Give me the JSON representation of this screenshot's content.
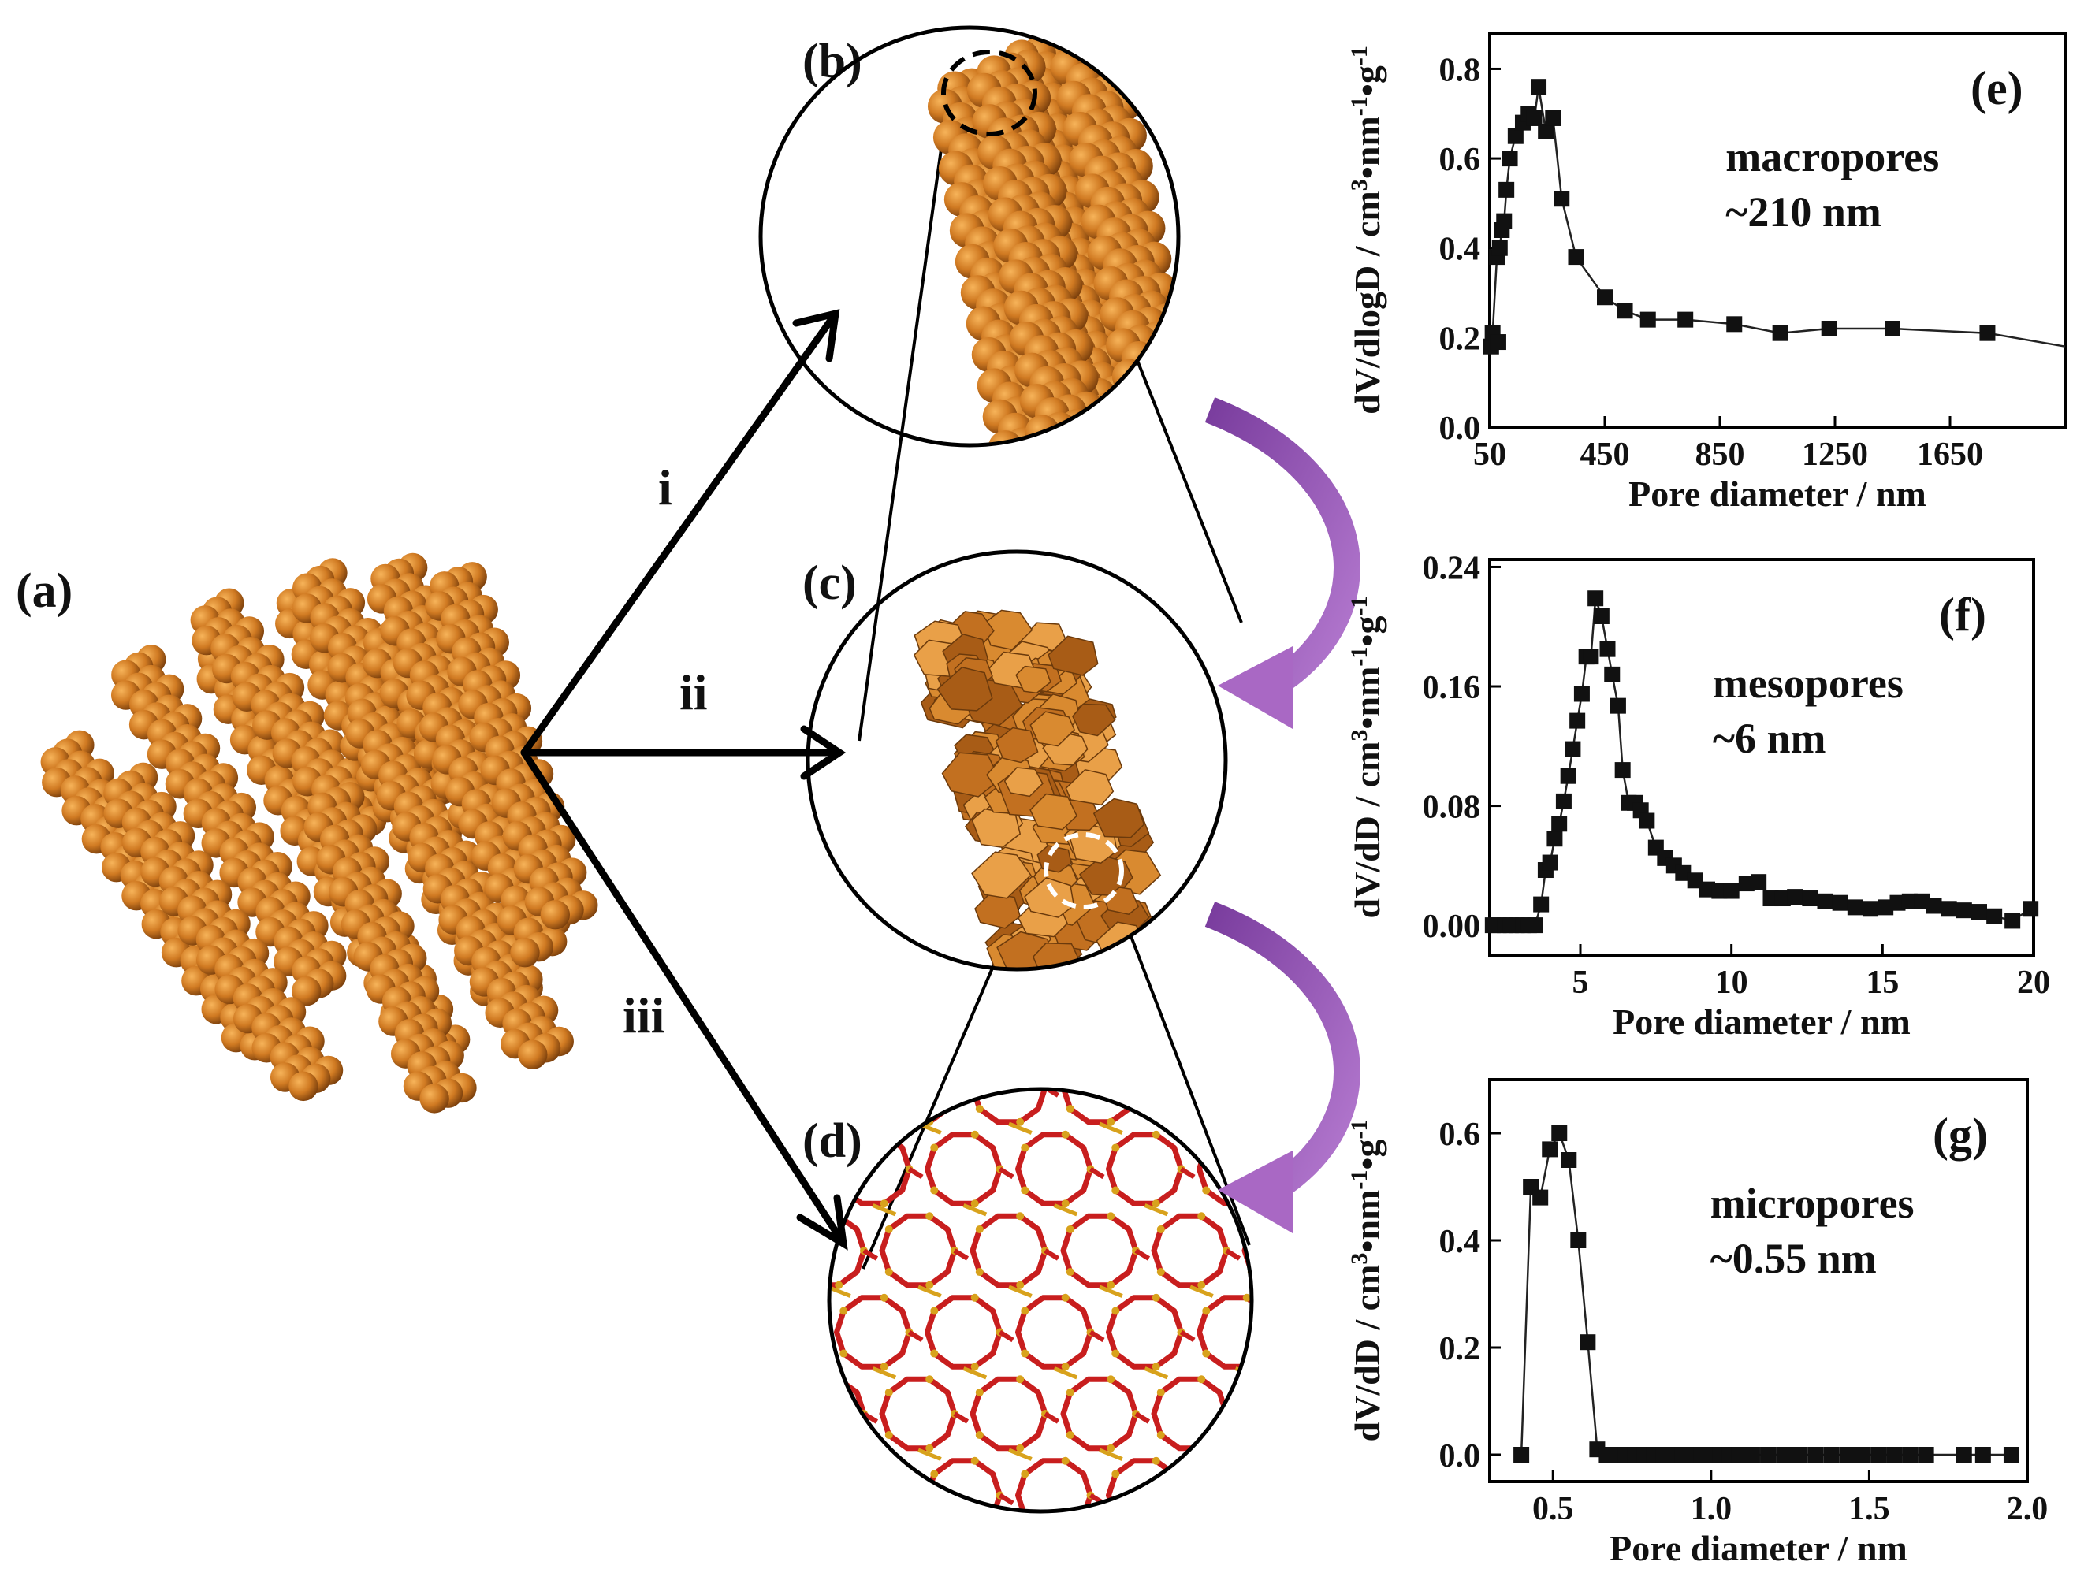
{
  "panels": {
    "a": "(a)",
    "b": "(b)",
    "c": "(c)",
    "d": "(d)"
  },
  "routes": {
    "i": "i",
    "ii": "ii",
    "iii": "iii"
  },
  "colors": {
    "rod": "#c9741f",
    "rod_dark": "#8a4a10",
    "rod_light": "#f0a547",
    "arrow_purple": "#9b4fb8",
    "framework_red": "#c81e1e",
    "framework_gold": "#d8a21c",
    "marker": "#111111"
  },
  "chart_data": [
    {
      "id": "e",
      "type": "scatter",
      "tag": "(e)",
      "annotation": [
        "macropores",
        "~210 nm"
      ],
      "xlabel": "Pore diameter / nm",
      "ylabel_main": "dV/dlogD / cm",
      "ylabel_sup1": "3",
      "ylabel_mid": "•nm",
      "ylabel_sup2": "-1",
      "ylabel_end": "•g",
      "ylabel_sup3": "-1",
      "xlim": [
        50,
        2050
      ],
      "ylim": [
        0.0,
        0.88
      ],
      "xticks": [
        50,
        450,
        850,
        1250,
        1650
      ],
      "xtick_labels": [
        "50",
        "450",
        "850",
        "1250",
        "1650"
      ],
      "yticks": [
        0.0,
        0.2,
        0.4,
        0.6,
        0.8
      ],
      "ytick_labels": [
        "0.0",
        "0.2",
        "0.4",
        "0.6",
        "0.8"
      ],
      "points": [
        [
          55,
          0.18
        ],
        [
          60,
          0.21
        ],
        [
          75,
          0.38
        ],
        [
          85,
          0.4
        ],
        [
          92,
          0.44
        ],
        [
          100,
          0.46
        ],
        [
          108,
          0.53
        ],
        [
          120,
          0.6
        ],
        [
          140,
          0.65
        ],
        [
          165,
          0.68
        ],
        [
          185,
          0.7
        ],
        [
          205,
          0.69
        ],
        [
          220,
          0.76
        ],
        [
          245,
          0.66
        ],
        [
          270,
          0.69
        ],
        [
          300,
          0.51
        ],
        [
          350,
          0.38
        ],
        [
          450,
          0.29
        ],
        [
          520,
          0.26
        ],
        [
          600,
          0.24
        ],
        [
          730,
          0.24
        ],
        [
          900,
          0.23
        ],
        [
          1060,
          0.21
        ],
        [
          1230,
          0.22
        ],
        [
          1450,
          0.22
        ],
        [
          1780,
          0.21
        ],
        [
          2050,
          0.18
        ]
      ],
      "line_tail": [
        [
          2050,
          0.18
        ]
      ],
      "extra_points": [
        [
          80,
          0.19
        ]
      ]
    },
    {
      "id": "f",
      "type": "scatter",
      "tag": "(f)",
      "annotation": [
        "mesopores",
        "~6 nm"
      ],
      "xlabel": "Pore diameter / nm",
      "ylabel_main": "dV/dD / cm",
      "ylabel_sup1": "3",
      "ylabel_mid": "•nm",
      "ylabel_sup2": "-1",
      "ylabel_end": "•g",
      "ylabel_sup3": "-1",
      "xlim": [
        2,
        20
      ],
      "ylim": [
        -0.02,
        0.245
      ],
      "xticks": [
        5,
        10,
        15,
        20
      ],
      "xtick_labels": [
        "5",
        "10",
        "15",
        "20"
      ],
      "yticks": [
        0.0,
        0.08,
        0.16,
        0.24
      ],
      "ytick_labels": [
        "0.00",
        "0.08",
        "0.16",
        "0.24"
      ],
      "points": [
        [
          2.1,
          0.0
        ],
        [
          2.3,
          0.0
        ],
        [
          2.5,
          0.0
        ],
        [
          2.7,
          0.0
        ],
        [
          2.9,
          0.0
        ],
        [
          3.1,
          0.0
        ],
        [
          3.3,
          0.0
        ],
        [
          3.5,
          0.0
        ],
        [
          3.7,
          0.014
        ],
        [
          3.85,
          0.037
        ],
        [
          4.0,
          0.042
        ],
        [
          4.15,
          0.058
        ],
        [
          4.3,
          0.068
        ],
        [
          4.45,
          0.083
        ],
        [
          4.6,
          0.1
        ],
        [
          4.75,
          0.118
        ],
        [
          4.9,
          0.137
        ],
        [
          5.05,
          0.155
        ],
        [
          5.2,
          0.18
        ],
        [
          5.35,
          0.18
        ],
        [
          5.5,
          0.219
        ],
        [
          5.7,
          0.207
        ],
        [
          5.9,
          0.185
        ],
        [
          6.05,
          0.168
        ],
        [
          6.25,
          0.147
        ],
        [
          6.4,
          0.104
        ],
        [
          6.6,
          0.082
        ],
        [
          6.8,
          0.082
        ],
        [
          7.0,
          0.077
        ],
        [
          7.2,
          0.07
        ],
        [
          7.5,
          0.052
        ],
        [
          7.8,
          0.045
        ],
        [
          8.1,
          0.04
        ],
        [
          8.4,
          0.035
        ],
        [
          8.8,
          0.03
        ],
        [
          9.2,
          0.024
        ],
        [
          9.6,
          0.023
        ],
        [
          10.0,
          0.023
        ],
        [
          10.5,
          0.028
        ],
        [
          10.9,
          0.029
        ],
        [
          11.3,
          0.018
        ],
        [
          11.7,
          0.018
        ],
        [
          12.1,
          0.019
        ],
        [
          12.6,
          0.018
        ],
        [
          13.1,
          0.016
        ],
        [
          13.6,
          0.015
        ],
        [
          14.1,
          0.012
        ],
        [
          14.6,
          0.011
        ],
        [
          15.1,
          0.012
        ],
        [
          15.5,
          0.015
        ],
        [
          15.9,
          0.016
        ],
        [
          16.3,
          0.016
        ],
        [
          16.7,
          0.013
        ],
        [
          17.2,
          0.011
        ],
        [
          17.7,
          0.01
        ],
        [
          18.2,
          0.009
        ],
        [
          18.7,
          0.006
        ],
        [
          19.3,
          0.003
        ],
        [
          19.9,
          0.011
        ]
      ]
    },
    {
      "id": "g",
      "type": "scatter",
      "tag": "(g)",
      "annotation": [
        "micropores",
        "~0.55 nm"
      ],
      "xlabel": "Pore diameter / nm",
      "ylabel_main": "dV/dD / cm",
      "ylabel_sup1": "3",
      "ylabel_mid": "•nm",
      "ylabel_sup2": "-1",
      "ylabel_end": "•g",
      "ylabel_sup3": "-1",
      "xlim": [
        0.3,
        2.0
      ],
      "ylim": [
        -0.05,
        0.7
      ],
      "xticks": [
        0.5,
        1.0,
        1.5,
        2.0
      ],
      "xtick_labels": [
        "0.5",
        "1.0",
        "1.5",
        "2.0"
      ],
      "yticks": [
        0.0,
        0.2,
        0.4,
        0.6
      ],
      "ytick_labels": [
        "0.0",
        "0.2",
        "0.4",
        "0.6"
      ],
      "points": [
        [
          0.4,
          0.0
        ],
        [
          0.43,
          0.5
        ],
        [
          0.46,
          0.48
        ],
        [
          0.49,
          0.57
        ],
        [
          0.52,
          0.6
        ],
        [
          0.55,
          0.55
        ],
        [
          0.58,
          0.4
        ],
        [
          0.61,
          0.21
        ],
        [
          0.64,
          0.01
        ],
        [
          0.67,
          0.0
        ],
        [
          0.7,
          0.0
        ],
        [
          0.73,
          0.0
        ],
        [
          0.76,
          0.0
        ],
        [
          0.79,
          0.0
        ],
        [
          0.82,
          0.0
        ],
        [
          0.85,
          0.0
        ],
        [
          0.88,
          0.0
        ],
        [
          0.91,
          0.0
        ],
        [
          0.94,
          0.0
        ],
        [
          0.97,
          0.0
        ],
        [
          1.0,
          0.0
        ],
        [
          1.03,
          0.0
        ],
        [
          1.06,
          0.0
        ],
        [
          1.09,
          0.0
        ],
        [
          1.13,
          0.0
        ],
        [
          1.18,
          0.0
        ],
        [
          1.23,
          0.0
        ],
        [
          1.28,
          0.0
        ],
        [
          1.33,
          0.0
        ],
        [
          1.38,
          0.0
        ],
        [
          1.43,
          0.0
        ],
        [
          1.48,
          0.0
        ],
        [
          1.53,
          0.0
        ],
        [
          1.58,
          0.0
        ],
        [
          1.63,
          0.0
        ],
        [
          1.68,
          0.0
        ],
        [
          1.8,
          0.0
        ],
        [
          1.86,
          0.0
        ],
        [
          1.95,
          0.0
        ]
      ]
    }
  ]
}
